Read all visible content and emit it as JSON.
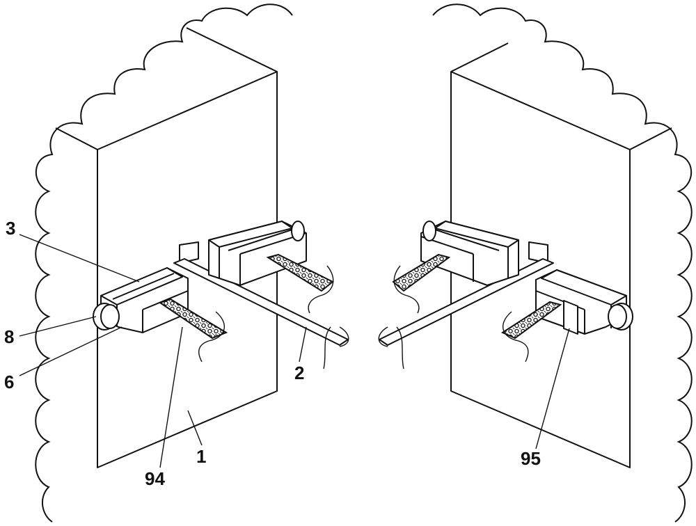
{
  "figure": {
    "labels": {
      "l3": "3",
      "l8": "8",
      "l6": "6",
      "l94": "94",
      "l1": "1",
      "l2": "2",
      "l95": "95"
    }
  }
}
